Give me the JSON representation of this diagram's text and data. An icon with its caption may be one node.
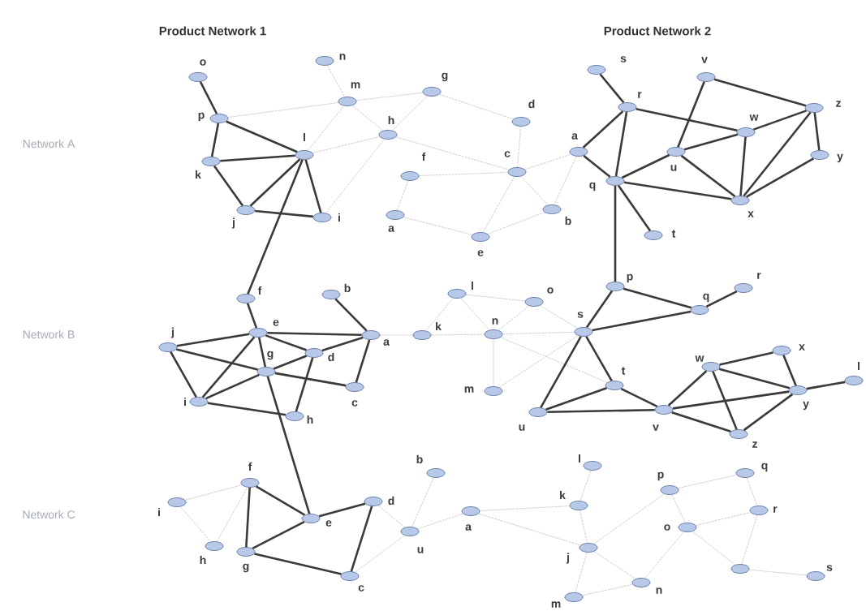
{
  "diagram": {
    "nodes": [
      {
        "text": [
          "o"
        ]
      },
      {
        "text": [
          "p"
        ]
      },
      {
        "text": [
          "n"
        ]
      },
      {
        "text": [
          "m"
        ]
      },
      {
        "text": [
          "g"
        ]
      },
      {
        "text": [
          "h"
        ]
      },
      {
        "text": [
          "d"
        ]
      },
      {
        "text": [
          "l"
        ]
      },
      {
        "text": [
          "k"
        ]
      },
      {
        "text": [
          "f"
        ]
      },
      {
        "text": [
          "c"
        ]
      },
      {
        "text": [
          "j"
        ]
      },
      {
        "text": [
          "i"
        ]
      },
      {
        "text": [
          "a"
        ]
      },
      {
        "text": [
          "e"
        ]
      },
      {
        "text": [
          "b"
        ]
      },
      {
        "text": [
          "s"
        ]
      },
      {
        "text": [
          "r"
        ]
      },
      {
        "text": [
          "v"
        ]
      },
      {
        "text": [
          "z"
        ]
      },
      {
        "text": [
          "w"
        ]
      },
      {
        "text": [
          "a"
        ]
      },
      {
        "text": [
          "u"
        ]
      },
      {
        "text": [
          "y"
        ]
      },
      {
        "text": [
          "q"
        ]
      },
      {
        "text": [
          "x"
        ]
      },
      {
        "text": [
          "t"
        ]
      },
      {
        "text": [
          "f"
        ]
      },
      {
        "text": [
          "b"
        ]
      },
      {
        "text": [
          "e"
        ]
      },
      {
        "text": [
          "a"
        ]
      },
      {
        "text": [
          "j"
        ]
      },
      {
        "text": [
          "d"
        ]
      },
      {
        "text": [
          "g"
        ]
      },
      {
        "text": [
          "c"
        ]
      },
      {
        "text": [
          "i"
        ]
      },
      {
        "text": [
          "h"
        ]
      },
      {
        "text": [
          "k"
        ]
      },
      {
        "text": [
          "l"
        ]
      },
      {
        "text": [
          "o"
        ]
      },
      {
        "text": [
          "n"
        ]
      },
      {
        "text": [
          "m"
        ]
      },
      {
        "text": [
          "p"
        ]
      },
      {
        "text": [
          "r"
        ]
      },
      {
        "text": [
          "q"
        ]
      },
      {
        "text": [
          "s"
        ]
      },
      {
        "text": [
          "x"
        ]
      },
      {
        "text": [
          "w"
        ]
      },
      {
        "text": [
          "t"
        ]
      },
      {
        "text": [
          "y"
        ]
      },
      {
        "text": [
          "l"
        ]
      },
      {
        "text": [
          "u"
        ]
      },
      {
        "text": [
          "v"
        ]
      },
      {
        "text": [
          "z"
        ]
      },
      {
        "text": [
          "f"
        ]
      },
      {
        "text": [
          "b"
        ]
      },
      {
        "text": [
          "i"
        ]
      },
      {
        "text": [
          "d"
        ]
      },
      {
        "text": [
          "e"
        ]
      },
      {
        "text": [
          "a"
        ]
      },
      {
        "text": [
          "u"
        ]
      },
      {
        "text": [
          "h"
        ]
      },
      {
        "text": [
          "g"
        ]
      },
      {
        "text": [
          "c"
        ]
      },
      {
        "text": [
          "l"
        ]
      },
      {
        "text": [
          "q"
        ]
      },
      {
        "text": [
          "p"
        ]
      },
      {
        "text": [
          "k"
        ]
      },
      {
        "text": [
          "r"
        ]
      },
      {
        "text": [
          "o"
        ]
      },
      {
        "text": [
          "j"
        ]
      },
      {
        "text": [],
        "shape": "ellipse"
      },
      {
        "text": [
          "s"
        ]
      },
      {
        "text": [
          "n"
        ]
      },
      {
        "text": [
          "m"
        ]
      }
    ],
    "edges": [
      {
        "from": 2,
        "to": 3,
        "arrow": "none",
        "style": "dashed",
        "color": "#c8c8c8"
      },
      {
        "from": 3,
        "to": 1,
        "arrow": "none",
        "style": "dashed",
        "color": "#c8c8c8"
      },
      {
        "from": 3,
        "to": 4,
        "arrow": "none",
        "style": "dashed",
        "color": "#c8c8c8"
      },
      {
        "from": 3,
        "to": 5,
        "arrow": "none",
        "style": "dashed",
        "color": "#c8c8c8"
      },
      {
        "from": 3,
        "to": 7,
        "arrow": "none",
        "style": "dashed",
        "color": "#c8c8c8"
      },
      {
        "from": 4,
        "to": 5,
        "arrow": "none",
        "style": "dashed",
        "color": "#c8c8c8"
      },
      {
        "from": 4,
        "to": 6,
        "arrow": "none",
        "style": "dashed",
        "color": "#c8c8c8"
      },
      {
        "from": 5,
        "to": 10,
        "arrow": "none",
        "style": "dashed",
        "color": "#c8c8c8"
      },
      {
        "from": 7,
        "to": 5,
        "arrow": "none",
        "style": "dashed",
        "color": "#c8c8c8"
      },
      {
        "from": 12,
        "to": 5,
        "arrow": "none",
        "style": "dashed",
        "color": "#c8c8c8"
      },
      {
        "from": 9,
        "to": 10,
        "arrow": "none",
        "style": "dashed",
        "color": "#c8c8c8"
      },
      {
        "from": 9,
        "to": 13,
        "arrow": "none",
        "style": "dashed",
        "color": "#c8c8c8"
      },
      {
        "from": 13,
        "to": 14,
        "arrow": "none",
        "style": "dashed",
        "color": "#c8c8c8"
      },
      {
        "from": 14,
        "to": 10,
        "arrow": "none",
        "style": "dashed",
        "color": "#c8c8c8"
      },
      {
        "from": 14,
        "to": 15,
        "arrow": "none",
        "style": "dashed",
        "color": "#c8c8c8"
      },
      {
        "from": 10,
        "to": 15,
        "arrow": "none",
        "style": "dashed",
        "color": "#c8c8c8"
      },
      {
        "from": 10,
        "to": 6,
        "arrow": "none",
        "style": "dashed",
        "color": "#c8c8c8"
      },
      {
        "from": 10,
        "to": 21,
        "arrow": "none",
        "style": "dashed",
        "color": "#c8c8c8"
      },
      {
        "from": 21,
        "to": 15,
        "arrow": "none",
        "style": "dashed",
        "color": "#c8c8c8"
      },
      {
        "from": 0,
        "to": 1,
        "arrow": "none"
      },
      {
        "from": 1,
        "to": 8,
        "arrow": "none"
      },
      {
        "from": 1,
        "to": 7,
        "arrow": "none"
      },
      {
        "from": 8,
        "to": 7,
        "arrow": "none"
      },
      {
        "from": 8,
        "to": 11,
        "arrow": "none"
      },
      {
        "from": 11,
        "to": 7,
        "arrow": "none"
      },
      {
        "from": 11,
        "to": 12,
        "arrow": "none"
      },
      {
        "from": 7,
        "to": 12,
        "arrow": "none"
      },
      {
        "from": 7,
        "to": 27,
        "arrow": "none"
      },
      {
        "from": 16,
        "to": 17,
        "arrow": "none"
      },
      {
        "from": 17,
        "to": 21,
        "arrow": "none"
      },
      {
        "from": 21,
        "to": 24,
        "arrow": "none"
      },
      {
        "from": 17,
        "to": 24,
        "arrow": "none"
      },
      {
        "from": 17,
        "to": 20,
        "arrow": "none"
      },
      {
        "from": 18,
        "to": 22,
        "arrow": "none"
      },
      {
        "from": 18,
        "to": 19,
        "arrow": "none"
      },
      {
        "from": 20,
        "to": 19,
        "arrow": "none"
      },
      {
        "from": 22,
        "to": 20,
        "arrow": "none"
      },
      {
        "from": 22,
        "to": 24,
        "arrow": "none"
      },
      {
        "from": 22,
        "to": 25,
        "arrow": "none"
      },
      {
        "from": 20,
        "to": 25,
        "arrow": "none"
      },
      {
        "from": 19,
        "to": 25,
        "arrow": "none"
      },
      {
        "from": 19,
        "to": 23,
        "arrow": "none"
      },
      {
        "from": 23,
        "to": 25,
        "arrow": "none"
      },
      {
        "from": 24,
        "to": 25,
        "arrow": "none"
      },
      {
        "from": 24,
        "to": 26,
        "arrow": "none"
      },
      {
        "from": 24,
        "to": 42,
        "arrow": "none"
      },
      {
        "from": 27,
        "to": 29,
        "arrow": "none"
      },
      {
        "from": 28,
        "to": 30,
        "arrow": "none"
      },
      {
        "from": 29,
        "to": 30,
        "arrow": "none"
      },
      {
        "from": 29,
        "to": 31,
        "arrow": "none"
      },
      {
        "from": 29,
        "to": 32,
        "arrow": "none"
      },
      {
        "from": 29,
        "to": 35,
        "arrow": "none"
      },
      {
        "from": 29,
        "to": 33,
        "arrow": "none"
      },
      {
        "from": 31,
        "to": 33,
        "arrow": "none"
      },
      {
        "from": 33,
        "to": 34,
        "arrow": "none"
      },
      {
        "from": 31,
        "to": 35,
        "arrow": "none"
      },
      {
        "from": 35,
        "to": 33,
        "arrow": "none"
      },
      {
        "from": 35,
        "to": 36,
        "arrow": "none"
      },
      {
        "from": 33,
        "to": 32,
        "arrow": "none"
      },
      {
        "from": 32,
        "to": 30,
        "arrow": "none"
      },
      {
        "from": 32,
        "to": 36,
        "arrow": "none"
      },
      {
        "from": 30,
        "to": 34,
        "arrow": "none"
      },
      {
        "from": 33,
        "to": 58,
        "arrow": "none"
      },
      {
        "from": 30,
        "to": 37,
        "arrow": "none",
        "style": "dashed",
        "color": "#c8c8c8"
      },
      {
        "from": 37,
        "to": 38,
        "arrow": "none",
        "style": "dashed",
        "color": "#c8c8c8"
      },
      {
        "from": 37,
        "to": 40,
        "arrow": "none",
        "style": "dashed",
        "color": "#c8c8c8"
      },
      {
        "from": 38,
        "to": 39,
        "arrow": "none",
        "style": "dashed",
        "color": "#c8c8c8"
      },
      {
        "from": 38,
        "to": 40,
        "arrow": "none",
        "style": "dashed",
        "color": "#c8c8c8"
      },
      {
        "from": 40,
        "to": 39,
        "arrow": "none",
        "style": "dashed",
        "color": "#c8c8c8"
      },
      {
        "from": 40,
        "to": 41,
        "arrow": "none",
        "style": "dashed",
        "color": "#c8c8c8"
      },
      {
        "from": 40,
        "to": 45,
        "arrow": "none",
        "style": "dashed",
        "color": "#c8c8c8"
      },
      {
        "from": 39,
        "to": 45,
        "arrow": "none",
        "style": "dashed",
        "color": "#c8c8c8"
      },
      {
        "from": 40,
        "to": 48,
        "arrow": "none",
        "style": "dashed",
        "color": "#c8c8c8"
      },
      {
        "from": 41,
        "to": 45,
        "arrow": "none",
        "style": "dashed",
        "color": "#c8c8c8"
      },
      {
        "from": 42,
        "to": 45,
        "arrow": "none"
      },
      {
        "from": 42,
        "to": 44,
        "arrow": "none"
      },
      {
        "from": 45,
        "to": 44,
        "arrow": "none"
      },
      {
        "from": 44,
        "to": 43,
        "arrow": "none"
      },
      {
        "from": 45,
        "to": 51,
        "arrow": "none"
      },
      {
        "from": 45,
        "to": 48,
        "arrow": "none"
      },
      {
        "from": 51,
        "to": 48,
        "arrow": "none"
      },
      {
        "from": 51,
        "to": 52,
        "arrow": "none"
      },
      {
        "from": 48,
        "to": 52,
        "arrow": "none"
      },
      {
        "from": 52,
        "to": 47,
        "arrow": "none"
      },
      {
        "from": 52,
        "to": 49,
        "arrow": "none"
      },
      {
        "from": 52,
        "to": 53,
        "arrow": "none"
      },
      {
        "from": 47,
        "to": 46,
        "arrow": "none"
      },
      {
        "from": 47,
        "to": 49,
        "arrow": "none"
      },
      {
        "from": 47,
        "to": 53,
        "arrow": "none"
      },
      {
        "from": 46,
        "to": 49,
        "arrow": "none"
      },
      {
        "from": 49,
        "to": 53,
        "arrow": "none"
      },
      {
        "from": 49,
        "to": 50,
        "arrow": "none"
      },
      {
        "from": 54,
        "to": 58,
        "arrow": "none"
      },
      {
        "from": 54,
        "to": 62,
        "arrow": "none"
      },
      {
        "from": 62,
        "to": 58,
        "arrow": "none"
      },
      {
        "from": 58,
        "to": 57,
        "arrow": "none"
      },
      {
        "from": 62,
        "to": 63,
        "arrow": "none"
      },
      {
        "from": 57,
        "to": 63,
        "arrow": "none"
      },
      {
        "from": 56,
        "to": 54,
        "arrow": "none",
        "style": "dashed",
        "color": "#c8c8c8"
      },
      {
        "from": 56,
        "to": 61,
        "arrow": "none",
        "style": "dashed",
        "color": "#c8c8c8"
      },
      {
        "from": 61,
        "to": 54,
        "arrow": "none",
        "style": "dashed",
        "color": "#c8c8c8"
      },
      {
        "from": 57,
        "to": 60,
        "arrow": "none",
        "style": "dashed",
        "color": "#c8c8c8"
      },
      {
        "from": 63,
        "to": 60,
        "arrow": "none",
        "style": "dashed",
        "color": "#c8c8c8"
      },
      {
        "from": 55,
        "to": 60,
        "arrow": "none",
        "style": "dashed",
        "color": "#c8c8c8"
      },
      {
        "from": 60,
        "to": 59,
        "arrow": "none",
        "style": "dashed",
        "color": "#c8c8c8"
      },
      {
        "from": 59,
        "to": 67,
        "arrow": "none",
        "style": "dashed",
        "color": "#c8c8c8"
      },
      {
        "from": 59,
        "to": 70,
        "arrow": "none",
        "style": "dashed",
        "color": "#c8c8c8"
      },
      {
        "from": 64,
        "to": 67,
        "arrow": "none",
        "style": "dashed",
        "color": "#c8c8c8"
      },
      {
        "from": 67,
        "to": 70,
        "arrow": "none",
        "style": "dashed",
        "color": "#c8c8c8"
      },
      {
        "from": 70,
        "to": 66,
        "arrow": "none",
        "style": "dashed",
        "color": "#c8c8c8"
      },
      {
        "from": 70,
        "to": 73,
        "arrow": "none",
        "style": "dashed",
        "color": "#c8c8c8"
      },
      {
        "from": 70,
        "to": 74,
        "arrow": "none",
        "style": "dashed",
        "color": "#c8c8c8"
      },
      {
        "from": 74,
        "to": 73,
        "arrow": "none",
        "style": "dashed",
        "color": "#c8c8c8"
      },
      {
        "from": 73,
        "to": 69,
        "arrow": "none",
        "style": "dashed",
        "color": "#c8c8c8"
      },
      {
        "from": 66,
        "to": 65,
        "arrow": "none",
        "style": "dashed",
        "color": "#c8c8c8"
      },
      {
        "from": 66,
        "to": 69,
        "arrow": "none",
        "style": "dashed",
        "color": "#c8c8c8"
      },
      {
        "from": 69,
        "to": 68,
        "arrow": "none",
        "style": "dashed",
        "color": "#c8c8c8"
      },
      {
        "from": 65,
        "to": 68,
        "arrow": "none",
        "style": "dashed",
        "color": "#c8c8c8"
      },
      {
        "from": 69,
        "to": 71,
        "arrow": "none",
        "style": "dashed",
        "color": "#c8c8c8"
      },
      {
        "from": 68,
        "to": 71,
        "arrow": "none",
        "style": "dashed",
        "color": "#c8c8c8"
      },
      {
        "from": 71,
        "to": 72,
        "arrow": "none",
        "style": "dashed",
        "color": "#c8c8c8"
      }
    ],
    "labels": [
      "Product Network 1",
      "Product Network 2",
      "Network A",
      "Network B",
      "Network C"
    ]
  }
}
